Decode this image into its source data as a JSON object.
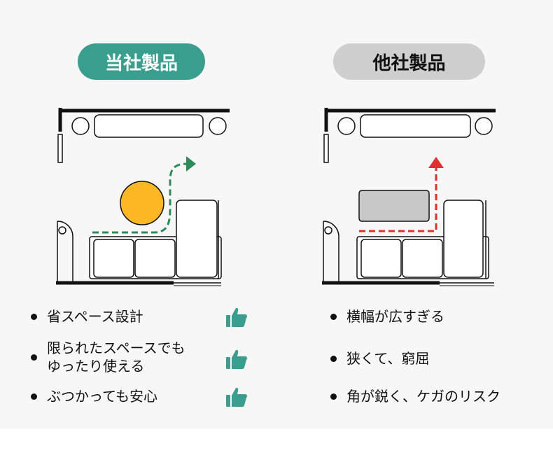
{
  "colors": {
    "accent": "#3a9e8e",
    "other_pill": "#cfcfcf",
    "good_path": "#2e8b57",
    "bad_path": "#e03030",
    "obstacle_round": "#fbb824",
    "obstacle_table": "#c8c8c8"
  },
  "ours": {
    "title": "当社製品",
    "features": [
      {
        "text": "省スペース設計",
        "icon": "thumbs-up-icon"
      },
      {
        "text": "限られたスペースでも",
        "text2": "ゆったり使える",
        "icon": "thumbs-up-icon"
      },
      {
        "text": "ぶつかっても安心",
        "icon": "thumbs-up-icon"
      }
    ]
  },
  "others": {
    "title": "他社製品",
    "features": [
      {
        "text": "横幅が広すぎる"
      },
      {
        "text": "狭くて、窮屈"
      },
      {
        "text": "角が鋭く、ケガのリスク"
      }
    ]
  }
}
